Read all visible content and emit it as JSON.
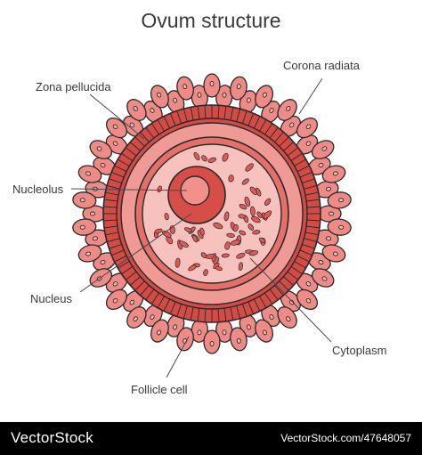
{
  "title": "Ovum structure",
  "labels": {
    "corona_radiata": "Corona radiata",
    "zona_pellucida": "Zona pellucida",
    "nucleolus": "Nucleolus",
    "nucleus": "Nucleus",
    "cytoplasm": "Cytoplasm",
    "follicle_cell": "Follicle cell"
  },
  "footer": {
    "brand": "VectorStock",
    "url": "VectorStock.com/47648057"
  },
  "colors": {
    "outline": "#2a2a2a",
    "follicle_fill": "#ee8b87",
    "zona_band": "#d24b45",
    "zona_ring": "#f09a95",
    "cytoplasm": "#f7c1bd",
    "nucleus": "#d74e49",
    "nucleolus": "#f2918c",
    "leader": "#4a4a4a"
  },
  "icons": [
    "vectorstock-logo"
  ]
}
